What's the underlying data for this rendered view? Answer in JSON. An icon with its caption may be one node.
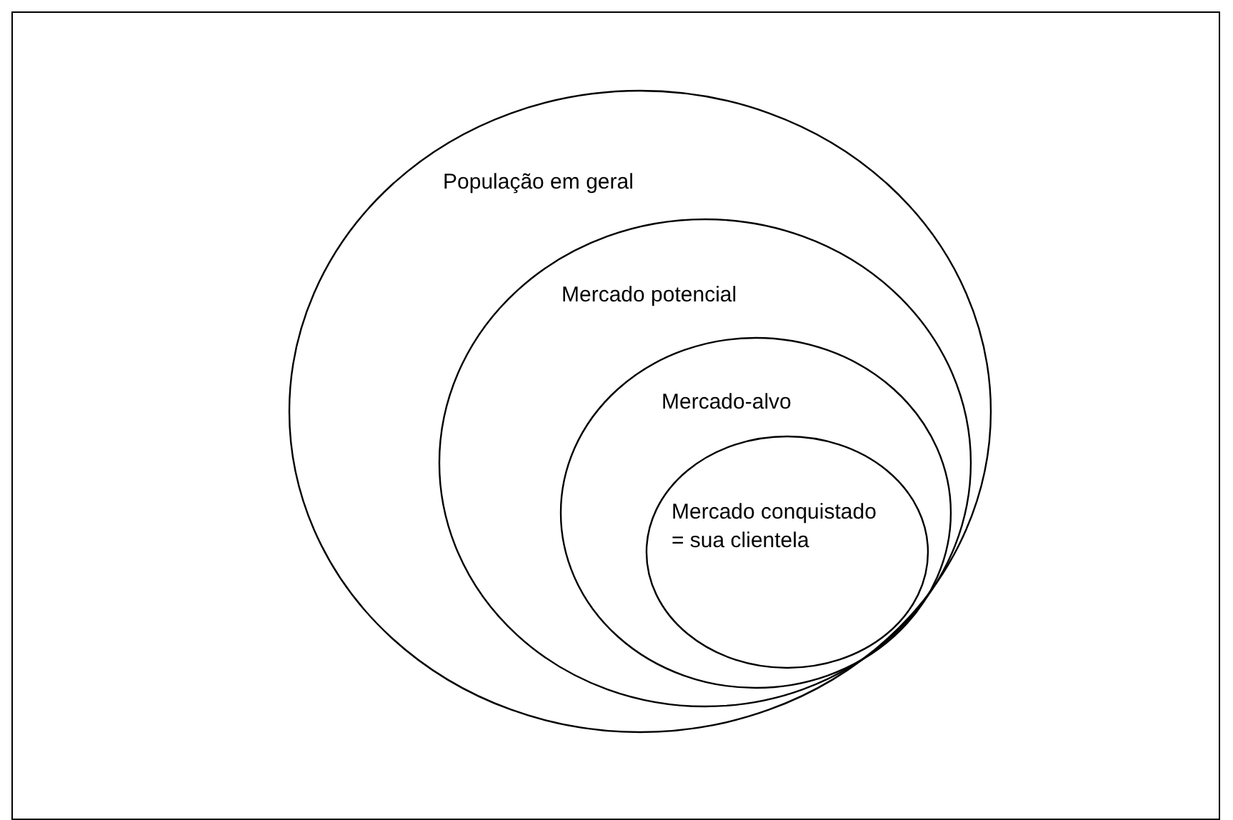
{
  "diagram": {
    "nodes": [
      {
        "text": [
          "População em geral"
        ]
      },
      {
        "text": [
          "Mercado potencial"
        ],
        "in": 0
      },
      {
        "text": [
          "Mercado-alvo"
        ],
        "in": 1
      },
      {
        "text": [
          "Mercado conquistado = sua clientela"
        ],
        "in": 2
      }
    ]
  }
}
